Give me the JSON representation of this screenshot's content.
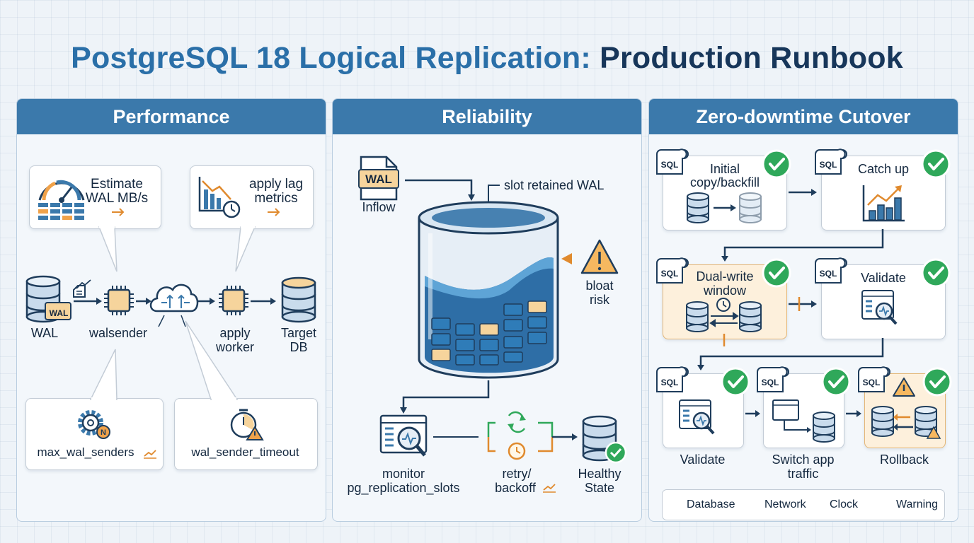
{
  "title": {
    "part1": "PostgreSQL 18 Logical Replication:",
    "part2": "Production Runbook"
  },
  "panels": {
    "performance": {
      "header": "Performance",
      "callout_estimate": {
        "line1": "Estimate",
        "line2": "WAL MB/s"
      },
      "callout_lag": {
        "line1": "apply lag",
        "line2": "metrics"
      },
      "wal_badge": "WAL",
      "nodes": {
        "wal": "WAL",
        "walsender": "walsender",
        "apply_worker": {
          "line1": "apply",
          "line2": "worker"
        },
        "target_db": {
          "line1": "Target",
          "line2": "DB"
        }
      },
      "config_senders": "max_wal_senders",
      "config_timeout": "wal_sender_timeout"
    },
    "reliability": {
      "header": "Reliability",
      "wal_file": "WAL",
      "inflow": "Inflow",
      "slot_retained": "slot retained WAL",
      "bloat": {
        "line1": "bloat",
        "line2": "risk"
      },
      "monitor": {
        "line1": "monitor",
        "line2": "pg_replication_slots"
      },
      "retry": {
        "line1": "retry/",
        "line2": "backoff"
      },
      "healthy": {
        "line1": "Healthy",
        "line2": "State"
      }
    },
    "cutover": {
      "header": "Zero-downtime Cutover",
      "sql_tag": "SQL",
      "steps": {
        "initial": {
          "line1": "Initial",
          "line2": "copy/backfill"
        },
        "catchup": "Catch up",
        "dualwrite": {
          "line1": "Dual-write",
          "line2": "window"
        },
        "validate_top": "Validate",
        "validate_bottom": "Validate",
        "switch": {
          "line1": "Switch app",
          "line2": "traffic"
        },
        "rollback": "Rollback"
      },
      "legend": {
        "database": "Database",
        "network": "Network",
        "clock": "Clock",
        "warning": "Warning"
      }
    }
  }
}
